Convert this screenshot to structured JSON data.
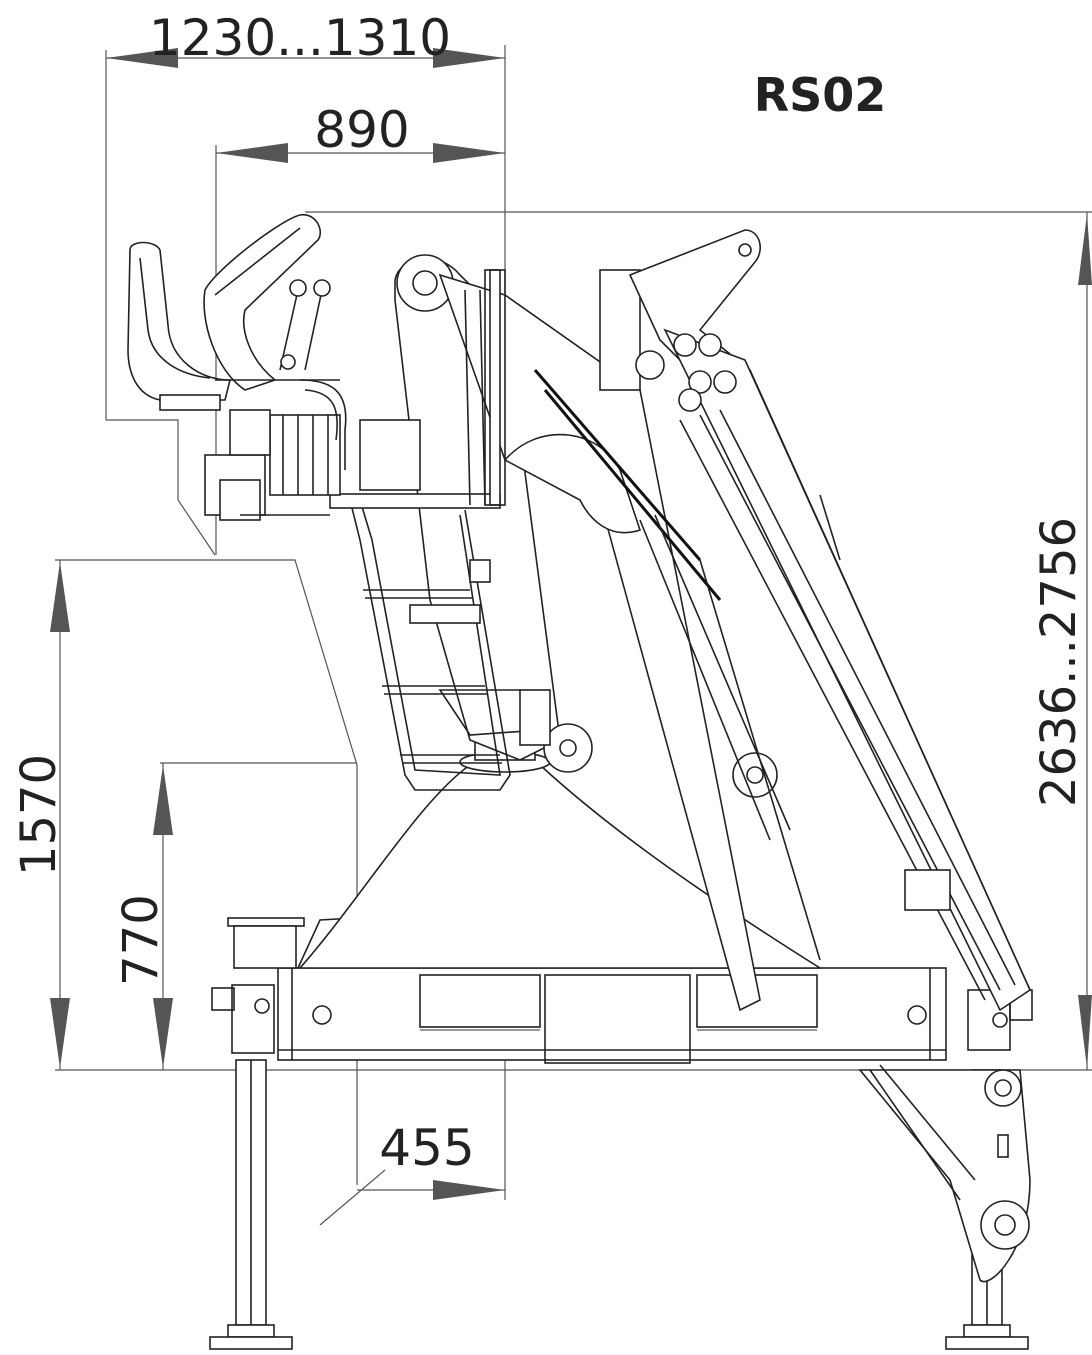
{
  "title": "RS02",
  "dimensions": {
    "outreach_range": "1230...1310",
    "seat_offset": "890",
    "total_height": "2636...2756",
    "platform_height": "1570",
    "base_height": "770",
    "rotation_offset": "455"
  },
  "colors": {
    "line": "#222222",
    "dimension_arrow": "#555555",
    "background": "#ffffff"
  }
}
